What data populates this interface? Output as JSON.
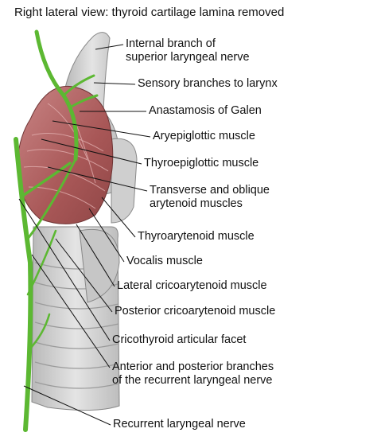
{
  "title": "Right lateral view: thyroid cartilage lamina removed",
  "labels": [
    {
      "line1": "Internal branch of",
      "line2": "superior laryngeal nerve"
    },
    {
      "line1": "Sensory branches to larynx",
      "line2": ""
    },
    {
      "line1": "Anastamosis of Galen",
      "line2": ""
    },
    {
      "line1": "Aryepiglottic muscle",
      "line2": ""
    },
    {
      "line1": "Thyroepiglottic muscle",
      "line2": ""
    },
    {
      "line1": "Transverse and oblique",
      "line2": "arytenoid muscles"
    },
    {
      "line1": "Thyroarytenoid muscle",
      "line2": ""
    },
    {
      "line1": "Vocalis muscle",
      "line2": ""
    },
    {
      "line1": "Lateral cricoarytenoid muscle",
      "line2": ""
    },
    {
      "line1": "Posterior cricoarytenoid muscle",
      "line2": ""
    },
    {
      "line1": "Cricothyroid articular facet",
      "line2": ""
    },
    {
      "line1": "Anterior and posterior branches",
      "line2": "of the recurrent laryngeal nerve"
    },
    {
      "line1": "Recurrent laryngeal nerve",
      "line2": ""
    }
  ],
  "colors": {
    "nerve": "#5cb832",
    "muscle": "#b86a6a",
    "cartilage": "#d2d2d2",
    "line": "#111111"
  }
}
